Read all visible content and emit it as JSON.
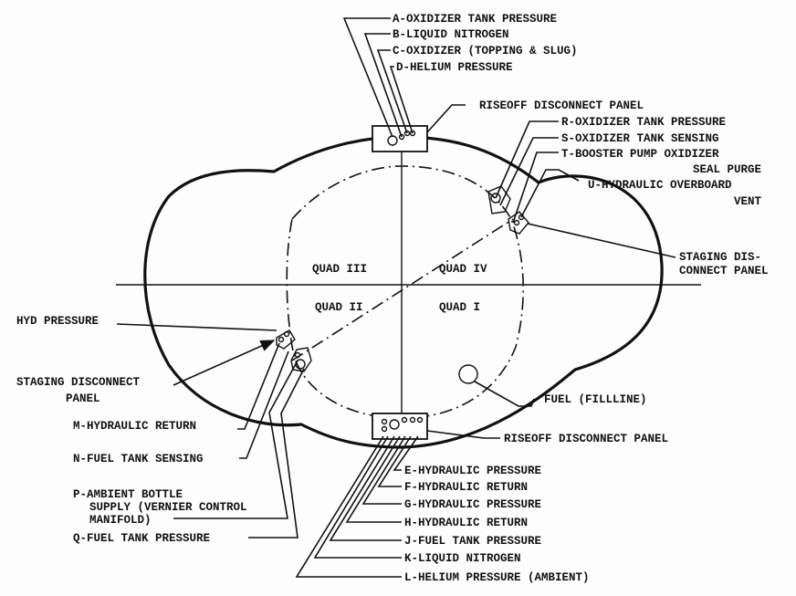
{
  "top_labels": {
    "a": "A-OXIDIZER TANK PRESSURE",
    "b": "B-LIQUID NITROGEN",
    "c": "C-OXIDIZER (TOPPING & SLUG)",
    "d": "D-HELIUM PRESSURE",
    "riseoff_top": "RISEOFF DISCONNECT PANEL"
  },
  "right_labels": {
    "r": "R-OXIDIZER TANK PRESSURE",
    "s": "S-OXIDIZER TANK SENSING",
    "t_line1": "T-BOOSTER PUMP OXIDIZER",
    "t_line2": "SEAL PURGE",
    "u_line1": "U-HYDRAULIC OVERBOARD",
    "u_line2": "VENT",
    "staging_line1": "STAGING DIS-",
    "staging_line2": "CONNECT PANEL"
  },
  "quadrants": {
    "q3": "QUAD III",
    "q4": "QUAD IV",
    "q2": "QUAD II",
    "q1": "QUAD I"
  },
  "left_labels": {
    "hyd_pressure": "HYD PRESSURE",
    "staging_line1": "STAGING DISCONNECT",
    "staging_line2": "PANEL",
    "m": "M-HYDRAULIC RETURN",
    "n": "N-FUEL TANK SENSING",
    "p_line1": "P-AMBIENT BOTTLE",
    "p_line2": "SUPPLY (VERNIER CONTROL",
    "p_line3": "MANIFOLD)",
    "q": "Q-FUEL TANK PRESSURE"
  },
  "bottom_labels": {
    "fuel": "FUEL (FILLLINE)",
    "riseoff_bottom": "RISEOFF DISCONNECT PANEL",
    "e": "E-HYDRAULIC PRESSURE",
    "f": "F-HYDRAULIC RETURN",
    "g": "G-HYDRAULIC PRESSURE",
    "h": "H-HYDRAULIC RETURN",
    "j": "J-FUEL TANK PRESSURE",
    "k": "K-LIQUID NITROGEN",
    "l": "L-HELIUM PRESSURE (AMBIENT)"
  }
}
